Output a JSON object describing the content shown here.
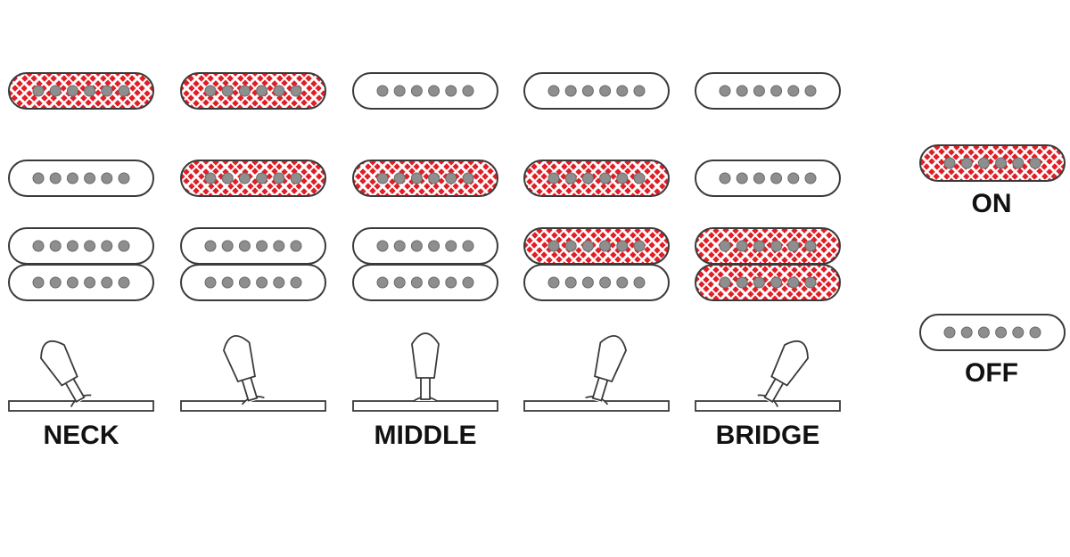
{
  "colors": {
    "on_fill": "#e01e26",
    "pattern": "#ffffff",
    "outline": "#3a3a3a",
    "pole": "#8e8e8e",
    "off_fill": "#ffffff",
    "text": "#111111"
  },
  "positions": [
    {
      "label": "NECK",
      "lever": "far-left",
      "neck": "on",
      "middle": "off",
      "bridge_upper": "off",
      "bridge_lower": "off"
    },
    {
      "label": "",
      "lever": "left",
      "neck": "on",
      "middle": "on",
      "bridge_upper": "off",
      "bridge_lower": "off"
    },
    {
      "label": "MIDDLE",
      "lever": "center",
      "neck": "off",
      "middle": "on",
      "bridge_upper": "off",
      "bridge_lower": "off"
    },
    {
      "label": "",
      "lever": "right",
      "neck": "off",
      "middle": "on",
      "bridge_upper": "on",
      "bridge_lower": "off"
    },
    {
      "label": "BRIDGE",
      "lever": "far-right",
      "neck": "off",
      "middle": "off",
      "bridge_upper": "on",
      "bridge_lower": "on"
    }
  ],
  "legend": {
    "on_label": "ON",
    "off_label": "OFF"
  }
}
